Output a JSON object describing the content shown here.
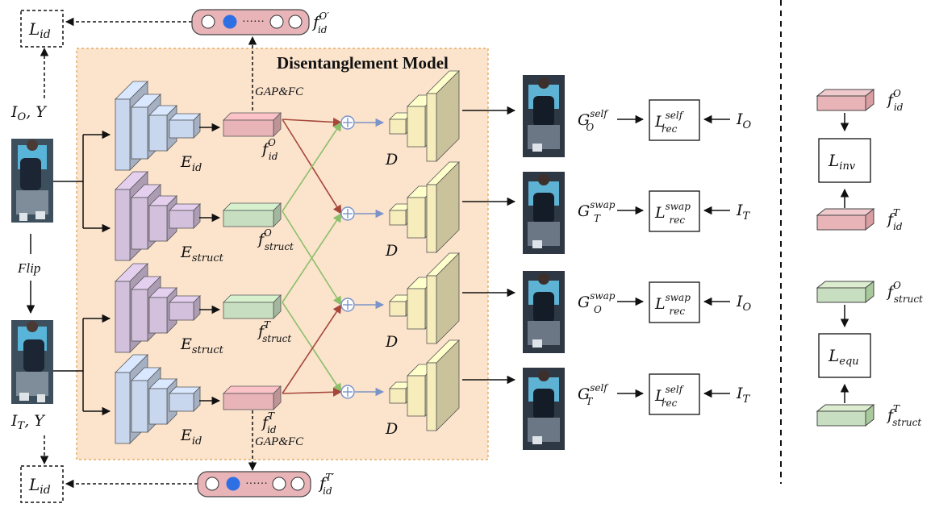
{
  "title": "Disentanglement Model",
  "inputs": {
    "orig_caption": "I_O, Y",
    "flip_label": "Flip",
    "trans_caption": "I_T, Y"
  },
  "ops": {
    "gap_fc_top": "GAP&FC",
    "gap_fc_bottom": "GAP&FC"
  },
  "losses": {
    "lid_top": "L_id",
    "lid_bottom": "L_id",
    "rec_rows": [
      {
        "gen_main": "G",
        "gen_sub": "O",
        "gen_sup": "self",
        "loss_sup": "self",
        "target_main": "I",
        "target_sub": "O"
      },
      {
        "gen_main": "G",
        "gen_sub": "T",
        "gen_sup": "swap",
        "loss_sup": "swap",
        "target_main": "I",
        "target_sub": "T"
      },
      {
        "gen_main": "G",
        "gen_sub": "O",
        "gen_sup": "swap",
        "loss_sup": "swap",
        "target_main": "I",
        "target_sub": "O"
      },
      {
        "gen_main": "G",
        "gen_sub": "T",
        "gen_sup": "self",
        "loss_sup": "self",
        "target_main": "I",
        "target_sub": "T"
      }
    ],
    "inv": "L_inv",
    "equ": "L_equ"
  },
  "encoders": [
    {
      "main": "E",
      "sub": "id"
    },
    {
      "main": "E",
      "sub": "struct"
    },
    {
      "main": "E",
      "sub": "struct"
    },
    {
      "main": "E",
      "sub": "id"
    }
  ],
  "features": [
    {
      "main": "f",
      "sub": "id",
      "sup": "O"
    },
    {
      "main": "f",
      "sub": "struct",
      "sup": "O"
    },
    {
      "main": "f",
      "sub": "struct",
      "sup": "T"
    },
    {
      "main": "f",
      "sub": "id",
      "sup": "T"
    }
  ],
  "vector_top": {
    "main": "f",
    "sub": "id",
    "sup": "O′",
    "dots": "······"
  },
  "vector_bottom": {
    "main": "f",
    "sub": "id",
    "sup": "T′",
    "dots": "······"
  },
  "decoder_label": "D",
  "right_panel": {
    "top_feat": {
      "main": "f",
      "sub": "id",
      "sup": "O"
    },
    "bottom_feat": {
      "main": "f",
      "sub": "id",
      "sup": "T"
    },
    "top_feat2": {
      "main": "f",
      "sub": "struct",
      "sup": "O"
    },
    "bottom_feat2": {
      "main": "f",
      "sub": "struct",
      "sup": "T"
    }
  },
  "colors": {
    "id_feature": "#e8b4b8",
    "struct_feature": "#c7dfc0",
    "encoder_id": "#c9d7ee",
    "encoder_struct": "#d3c0dc",
    "decoder": "#f6ecbc",
    "model_bg": "#fbe3cc",
    "model_border": "#e0a050",
    "arrow_red": "#a5473b",
    "arrow_green": "#8cbf6a",
    "arrow_blue": "#7a93c8",
    "node_blue": "#2f6fe4"
  }
}
